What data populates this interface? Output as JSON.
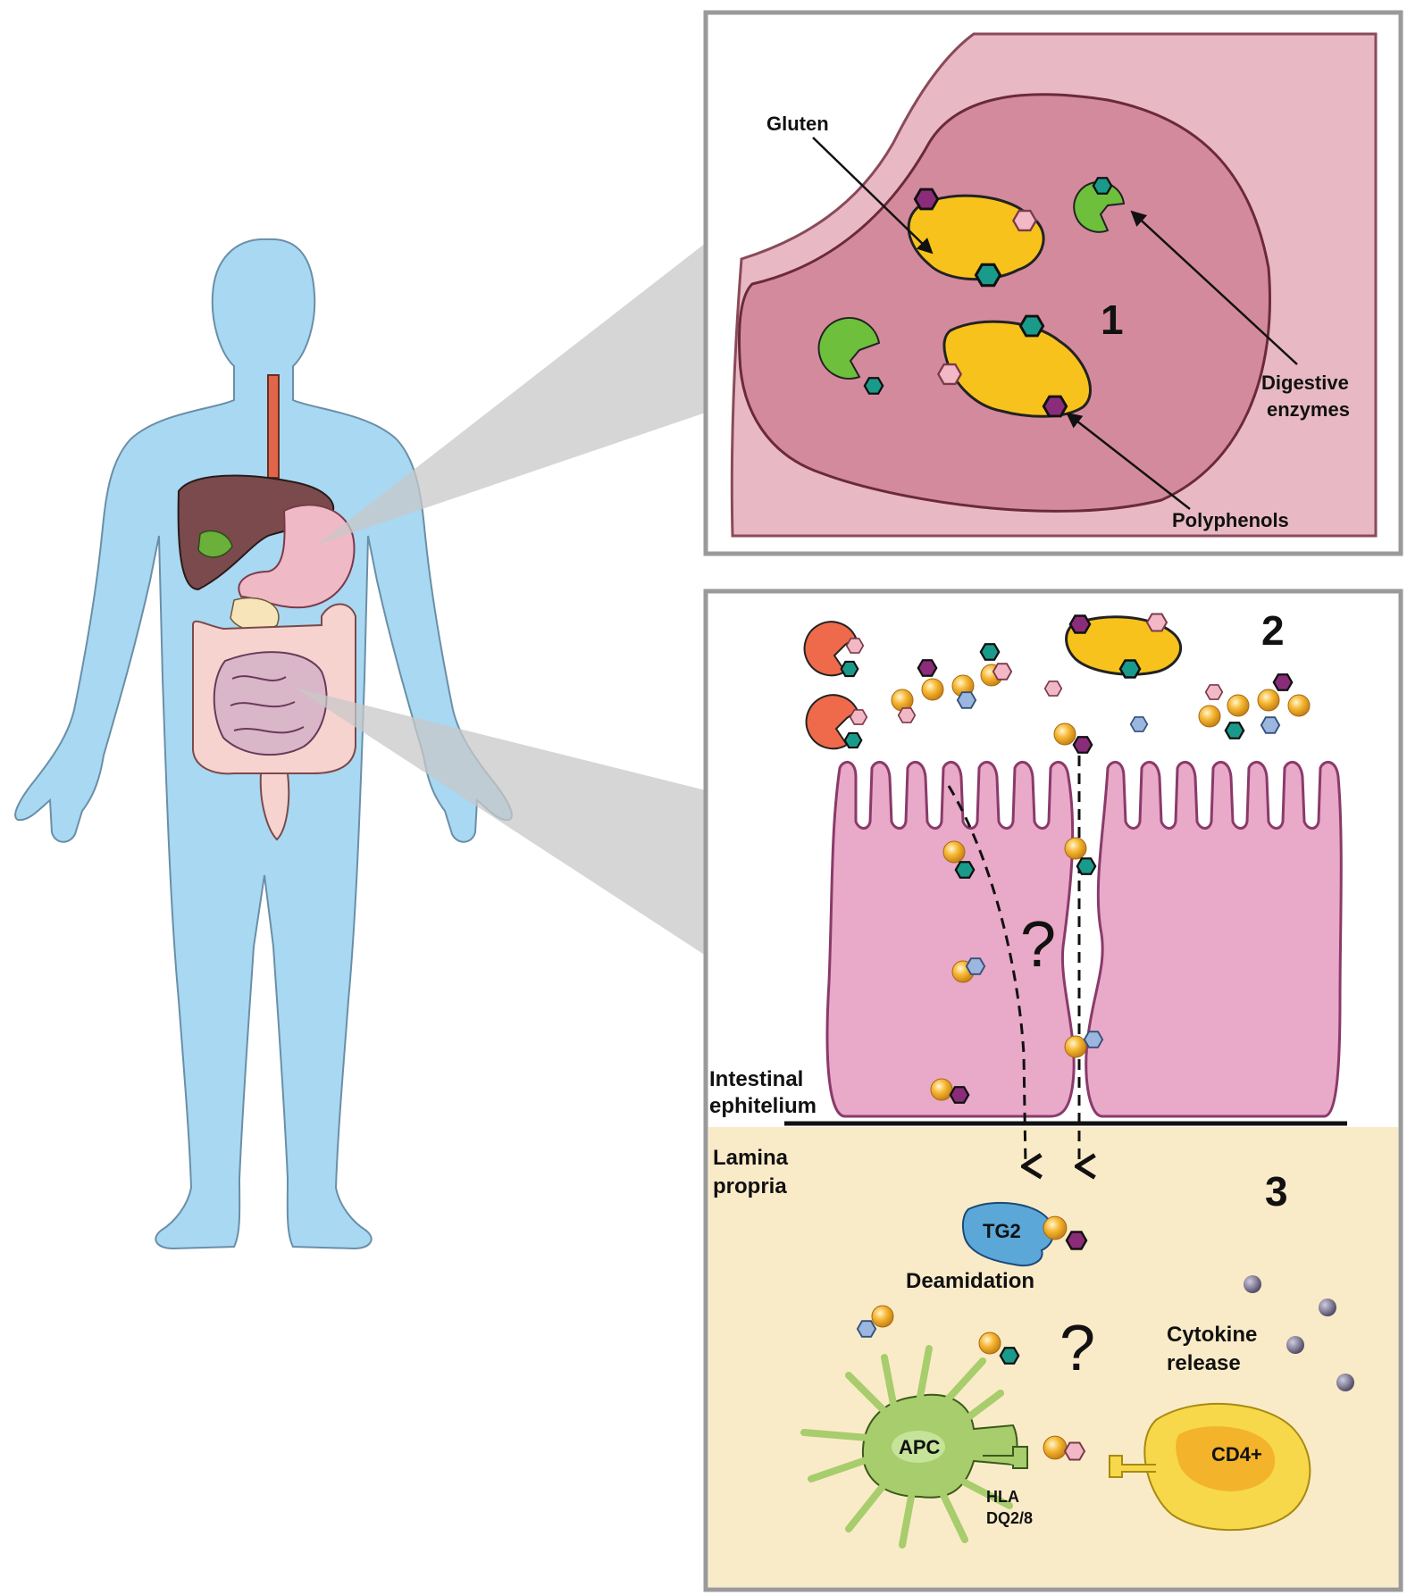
{
  "panel1": {
    "number": "1",
    "labels": {
      "gluten": "Gluten",
      "digestive_1": "Digestive",
      "digestive_2": "enzymes",
      "polyphenols": "Polyphenols"
    }
  },
  "panel2": {
    "number": "2",
    "question": "?",
    "labels": {
      "epithelium_1": "Intestinal",
      "epithelium_2": "ephitelium"
    }
  },
  "panel3": {
    "number": "3",
    "question": "?",
    "labels": {
      "lamina_1": "Lamina",
      "lamina_2": "propria",
      "tg2": "TG2",
      "deamidation": "Deamidation",
      "cytokine_1": "Cytokine",
      "cytokine_2": "release",
      "apc": "APC",
      "hla_1": "HLA",
      "hla_2": "DQ2/8",
      "cd4": "CD4+"
    }
  },
  "colors": {
    "body": "#a9d8f2",
    "stomach_wall": "#c9788c",
    "stomach_inner": "#d48a9d",
    "lamina": "#faebc8",
    "cell": "#e9a9c8",
    "gluten": "#f7c21c",
    "enzyme_green": "#6dbf3c",
    "enzyme_red": "#ee6a4a",
    "hex_purple": "#8b2c7a",
    "hex_teal": "#1a9a8a",
    "hex_pink": "#f2b8c6",
    "hex_blue": "#9bb7e0",
    "peptide_ball": "#f6b733",
    "tg2": "#5ba7d8",
    "apc": "#a7cd6c",
    "cd4": "#f7d84a",
    "cytokine": "#6b6680",
    "frame": "#9a9a9a"
  }
}
